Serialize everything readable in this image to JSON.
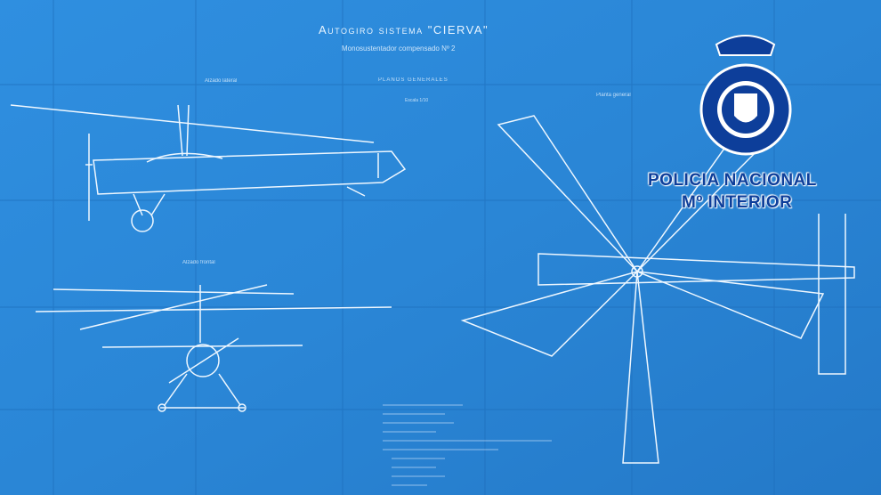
{
  "blueprint": {
    "title": "Autogiro sistema \"CIERVA\"",
    "subtitle": "Monosustentador compensado Nº 2",
    "section": "PLANOS GENERALES",
    "scale": "Escala 1/10",
    "view_side": "Alzado lateral",
    "view_front": "Alzado frontal",
    "view_plan": "Planta general"
  },
  "watermark": {
    "line1": "POLICIA NACIONAL",
    "line2": "Mº INTERIOR",
    "color": "#0d3e9a"
  },
  "colors": {
    "paper": "#2a86d6",
    "lines": "#e8f4ff"
  }
}
